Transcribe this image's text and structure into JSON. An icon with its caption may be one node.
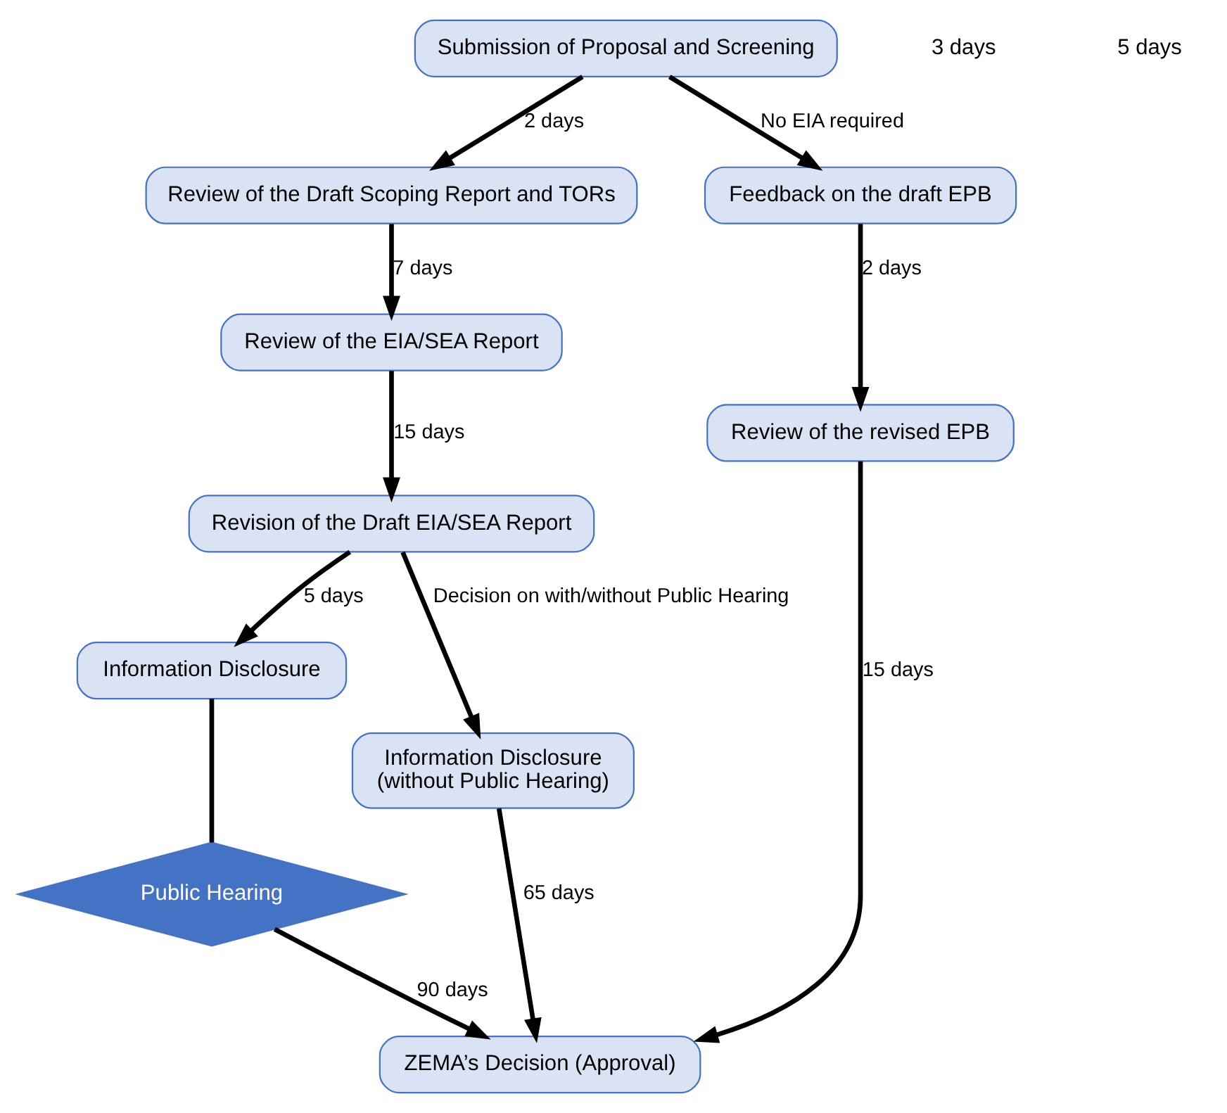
{
  "diagram": {
    "nodes": [
      {
        "text": [
          "Submission of Proposal and Screening"
        ]
      },
      {
        "text": [
          "Review of the Draft Scoping Report and TORs"
        ]
      },
      {
        "text": [
          "Review of the EIA/SEA Report"
        ]
      },
      {
        "text": [
          "Revision of the Draft EIA/SEA Report"
        ]
      },
      {
        "text": [
          "Information Disclosure"
        ]
      },
      {
        "text": [
          "Information Disclosure",
          "(without Public Hearing)"
        ]
      },
      {
        "text": [
          "Public Hearing"
        ]
      },
      {
        "text": [
          "ZEMA’s Decision (Approval)"
        ]
      },
      {
        "text": [
          "Feedback on the draft EPB"
        ]
      },
      {
        "text": [
          "Review of the revised EPB"
        ]
      }
    ],
    "edges": [
      {
        "from": 0,
        "to": 1,
        "arrow": "to",
        "label": "2 days"
      },
      {
        "from": 1,
        "to": 2,
        "arrow": "to",
        "label": "7 days"
      },
      {
        "from": 2,
        "to": 3,
        "arrow": "to",
        "label": "15 days"
      },
      {
        "from": 3,
        "to": 4,
        "arrow": "to",
        "label": "5 days"
      },
      {
        "from": 3,
        "to": 5,
        "arrow": "to",
        "label": "Decision on with/without Public Hearing"
      },
      {
        "from": 4,
        "to": 6,
        "arrow": "none"
      },
      {
        "from": 6,
        "to": 7,
        "arrow": "to",
        "label": "90 days"
      },
      {
        "from": 5,
        "to": 7,
        "arrow": "to",
        "label": "65 days"
      },
      {
        "from": 9,
        "to": 7,
        "arrow": "to",
        "label": "15 days"
      },
      {
        "from": 0,
        "to": 8,
        "arrow": "to",
        "label": "No EIA required"
      },
      {
        "from": 8,
        "to": 9,
        "arrow": "to",
        "label": "2 days"
      }
    ],
    "labels": [
      "3 days",
      "5 days"
    ]
  }
}
